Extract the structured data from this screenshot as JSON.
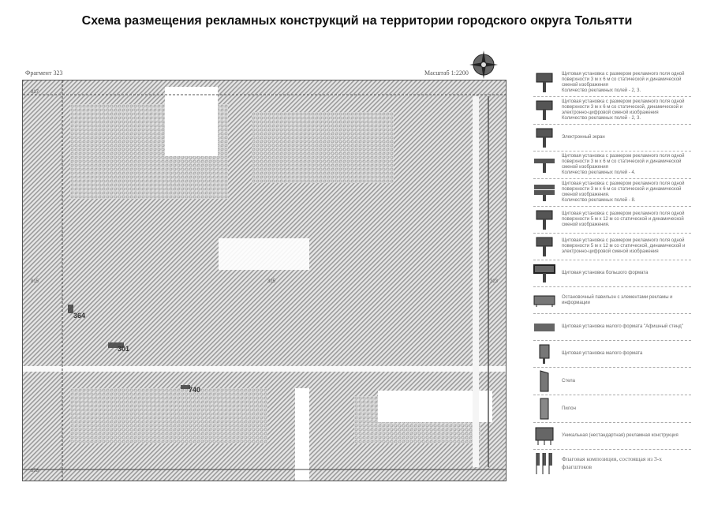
{
  "title": "Схема размещения рекламных конструкций на территории городского округа Тольятти",
  "map": {
    "fragment": "Фрагмент 323",
    "scale": "Масштаб 1:2200",
    "zones": {
      "top_left": "817",
      "left": "815",
      "center": "325",
      "right": "323",
      "bottom_left": "358"
    },
    "objects": [
      "364",
      "301",
      "740"
    ]
  },
  "legend": [
    {
      "icon": "billboard-3x6",
      "text": "Щитовая установка с размером рекламного поля одной поверхности 3 м х 6 м со статической и динамической сменой изображения\nКоличество рекламных полей - 2, 3."
    },
    {
      "icon": "billboard-3x6-digital",
      "text": "Щитовая установка с размером рекламного поля одной поверхности 3 м х 6 м со статической, динамической и электронно-цифровой сменой изображения\nКоличество рекламных полей - 2, 3."
    },
    {
      "icon": "electronic-screen",
      "text": "Электронный экран"
    },
    {
      "icon": "billboard-4-fields",
      "text": "Щитовая установка с размером рекламного поля одной поверхности 3 м х 6 м со статической и динамической сменой изображения\nКоличество рекламных полей - 4."
    },
    {
      "icon": "billboard-8-fields",
      "text": "Щитовая установка с размером рекламного поля одной поверхности 3 м х 6 м со статической и динамической сменой изображения.\nКоличество рекламных полей - 8."
    },
    {
      "icon": "billboard-5x12",
      "text": "Щитовая установка с размером рекламного поля одной поверхности 5 м х 12 м со статической и динамической сменой изображения."
    },
    {
      "icon": "billboard-5x12-digital",
      "text": "Щитовая установка с размером рекламного поля одной поверхности 5 м х 12 м со статической, динамической и электронно-цифровой сменой изображения"
    },
    {
      "icon": "billboard-large",
      "text": "Щитовая установка большого формата"
    },
    {
      "icon": "bus-stop-pavilion",
      "text": "Остановочный павильон с элементами рекламы и информации"
    },
    {
      "icon": "poster-stand",
      "text": "Щитовая установка малого формата \"Афишный стенд\""
    },
    {
      "icon": "small-format",
      "text": "Щитовая установка малого формата"
    },
    {
      "icon": "stela",
      "text": "Стела"
    },
    {
      "icon": "pylon",
      "text": "Пилон"
    },
    {
      "icon": "unique-structure",
      "text": "Уникальная (нестандартная) рекламная конструкция"
    },
    {
      "icon": "flag-composition",
      "text": "Флаговая композиция, состоящая из 3-х флагштоков"
    }
  ]
}
